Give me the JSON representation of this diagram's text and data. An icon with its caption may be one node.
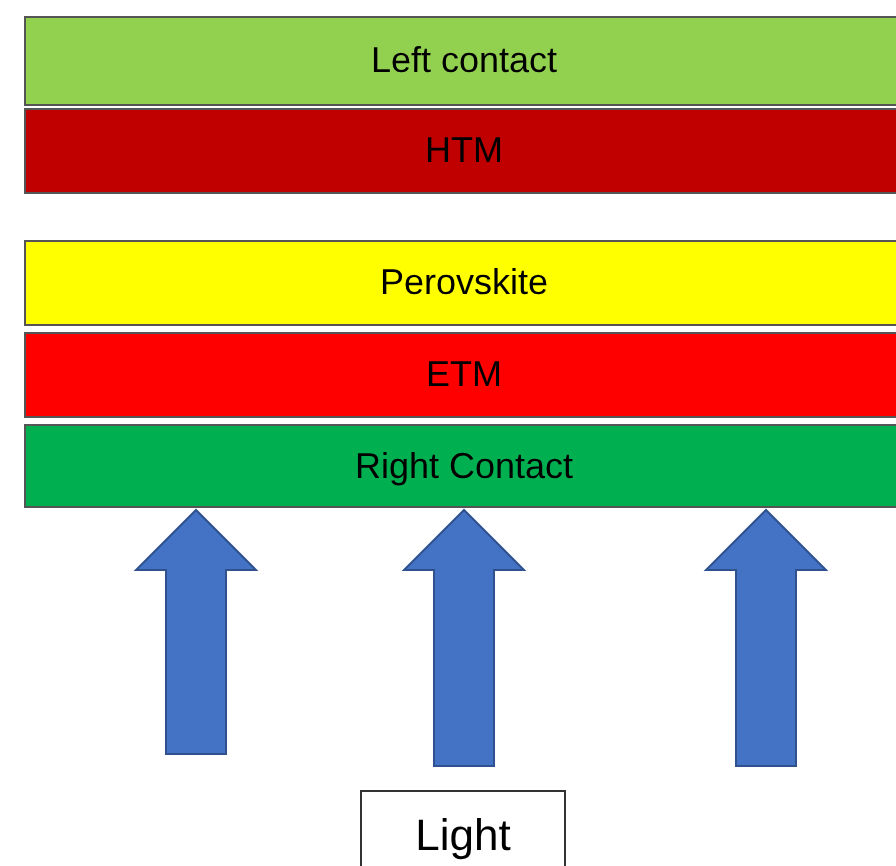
{
  "diagram": {
    "nodes": [
      {
        "text": [
          "Left contact"
        ]
      },
      {
        "text": [
          "HTM"
        ]
      },
      {
        "text": [
          "Perovskite"
        ]
      },
      {
        "text": [
          "ETM"
        ]
      },
      {
        "text": [
          "Right Contact"
        ]
      },
      {
        "text": [
          "Light"
        ]
      }
    ],
    "edges": [
      {
        "from": null,
        "to": 4,
        "arrow": "to"
      },
      {
        "from": null,
        "to": 4,
        "arrow": "to"
      },
      {
        "from": null,
        "to": 4,
        "arrow": "to"
      }
    ]
  }
}
